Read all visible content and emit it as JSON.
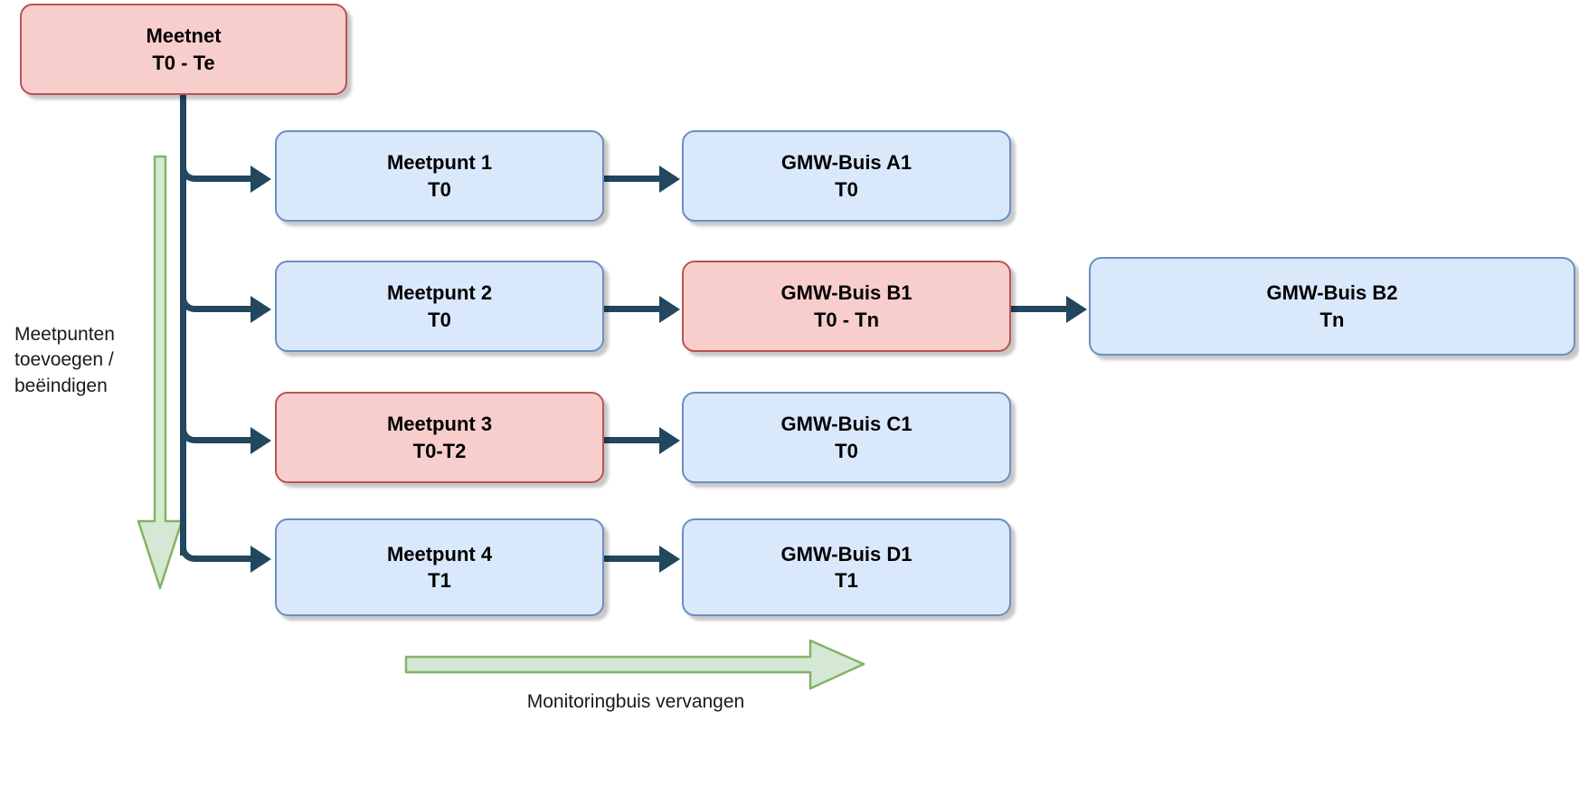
{
  "diagram": {
    "title": "Meetnet levenscyclus diagram",
    "colors": {
      "blue_fill": "#dae8fc",
      "blue_stroke": "#6c8ebf",
      "pink_fill": "#f8cecc",
      "pink_stroke": "#b85450",
      "connector": "#22475f",
      "green_fill": "#d5e8d4",
      "green_stroke": "#82b366",
      "text": "#000000"
    }
  },
  "nodes": {
    "meetnet": {
      "title": "Meetnet",
      "subtitle": "T0 - Te",
      "style": "pink"
    },
    "meetpunt1": {
      "title": "Meetpunt 1",
      "subtitle": "T0",
      "style": "blue"
    },
    "meetpunt2": {
      "title": "Meetpunt 2",
      "subtitle": "T0",
      "style": "blue"
    },
    "meetpunt3": {
      "title": "Meetpunt 3",
      "subtitle": "T0-T2",
      "style": "pink"
    },
    "meetpunt4": {
      "title": "Meetpunt 4",
      "subtitle": "T1",
      "style": "blue"
    },
    "buis_a1": {
      "title": "GMW-Buis A1",
      "subtitle": "T0",
      "style": "blue"
    },
    "buis_b1": {
      "title": "GMW-Buis B1",
      "subtitle": "T0 - Tn",
      "style": "pink"
    },
    "buis_b2": {
      "title": "GMW-Buis B2",
      "subtitle": "Tn",
      "style": "blue"
    },
    "buis_c1": {
      "title": "GMW-Buis C1",
      "subtitle": "T0",
      "style": "blue"
    },
    "buis_d1": {
      "title": "GMW-Buis D1",
      "subtitle": "T1",
      "style": "blue"
    }
  },
  "annotations": {
    "left_arrow_label_line1": "Meetpunten",
    "left_arrow_label_line2": "toevoegen /",
    "left_arrow_label_line3": "beëindigen",
    "bottom_arrow_label": "Monitoringbuis vervangen"
  }
}
